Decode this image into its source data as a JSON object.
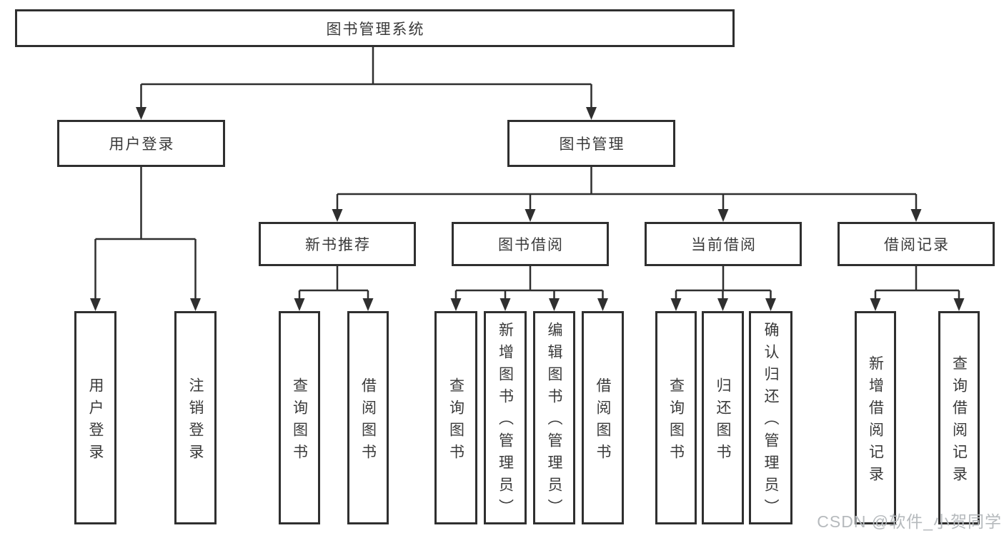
{
  "tree": {
    "root": {
      "label": "图书管理系统"
    },
    "branches": [
      {
        "label": "用户登录",
        "leaves": [
          {
            "label": "用户登录"
          },
          {
            "label": "注销登录"
          }
        ]
      },
      {
        "label": "图书管理",
        "groups": [
          {
            "label": "新书推荐",
            "leaves": [
              {
                "label": "查询图书"
              },
              {
                "label": "借阅图书"
              }
            ]
          },
          {
            "label": "图书借阅",
            "leaves": [
              {
                "label": "查询图书"
              },
              {
                "label": "新增图书（管理员）"
              },
              {
                "label": "编辑图书（管理员）"
              },
              {
                "label": "借阅图书"
              }
            ]
          },
          {
            "label": "当前借阅",
            "leaves": [
              {
                "label": "查询图书"
              },
              {
                "label": "归还图书"
              },
              {
                "label": "确认归还（管理员）"
              }
            ]
          },
          {
            "label": "借阅记录",
            "leaves": [
              {
                "label": "新增借阅记录"
              },
              {
                "label": "查询借阅记录"
              }
            ]
          }
        ]
      }
    ]
  },
  "watermark": {
    "text": "CSDN @软件_小贺同学"
  },
  "colors": {
    "line": "#2f2f2f",
    "text": "#3a3a3a",
    "watermark": "#b6babd",
    "background": "#ffffff"
  }
}
